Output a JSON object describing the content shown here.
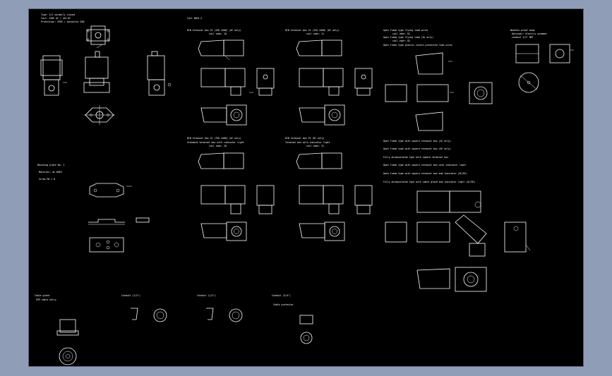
{
  "app": {
    "background_color": "#8f9db7",
    "canvas_color": "#000000",
    "line_color": "#ffffff"
  },
  "notes": [
    {
      "id": "n-hdr1",
      "text": "Type: 2/2 normally closed"
    },
    {
      "id": "n-hdr2",
      "text": "Coil: 230V AC / 24V DC"
    },
    {
      "id": "n-hdr3",
      "text": "Protection: IP65 / connector DIN"
    },
    {
      "id": "n-g1",
      "text": "Coil ABCD-2"
    },
    {
      "id": "n-a1",
      "text": "DIN terminal box 22 (ISO 4400) (AC only)"
    },
    {
      "id": "n-a1b",
      "text": "coil code: 10"
    },
    {
      "id": "n-a2",
      "text": "DIN terminal box 22 (ISO 4400) (DC only)"
    },
    {
      "id": "n-a2b",
      "text": "coil code: 11"
    },
    {
      "id": "n-b1",
      "text": "Open frame type flying lead wires"
    },
    {
      "id": "n-b1b",
      "text": "coil code: 01"
    },
    {
      "id": "n-b2",
      "text": "Open frame type flying lead (AC only)"
    },
    {
      "id": "n-b2b",
      "text": "coil code: 02"
    },
    {
      "id": "n-b3",
      "text": "Open frame type plastic insert-protected lead wires"
    },
    {
      "id": "n-c1",
      "text": "Weather-proof body"
    },
    {
      "id": "n-c1b",
      "text": "Optional: electric grommet"
    },
    {
      "id": "n-c1c",
      "text": "conduit 1/2\" NPT"
    },
    {
      "id": "n-d1",
      "text": "DIN terminal box 22 (ISO 4400) (AC only)"
    },
    {
      "id": "n-d1b",
      "text": "Standard terminal box with indicator light"
    },
    {
      "id": "n-d1c",
      "text": "coil code: 20"
    },
    {
      "id": "n-d2",
      "text": "DIN terminal box 22 (DC only)"
    },
    {
      "id": "n-d2b",
      "text": "Terminal box with indicator light"
    },
    {
      "id": "n-d2c",
      "text": "coil code: 21"
    },
    {
      "id": "n-e1",
      "text": "Open frame type with square terminal box (AC only)"
    },
    {
      "id": "n-e2",
      "text": "Open frame type with square terminal box (DC only)"
    },
    {
      "id": "n-e3",
      "text": "Fully encapsulated type with square terminal box"
    },
    {
      "id": "n-e4",
      "text": "Open frame type with square terminal box with indicator light"
    },
    {
      "id": "n-e5",
      "text": "Open frame type with square terminal box and indicator (AC/DC)"
    },
    {
      "id": "n-e6",
      "text": "Fully encapsulated type with cable gland and indicator light (AC/DC)"
    },
    {
      "id": "n-f1",
      "text": "Mounting plate No. 1"
    },
    {
      "id": "n-f2",
      "text": "Material: AL-6063"
    },
    {
      "id": "n-f3",
      "text": "Screw M4 x 8"
    },
    {
      "id": "n-h1",
      "text": "Cable gland"
    },
    {
      "id": "n-h2",
      "text": "PG9 cable entry"
    },
    {
      "id": "n-i1",
      "text": "Conduit (1/2\")"
    },
    {
      "id": "n-i2",
      "text": "Conduit (1/2\")"
    },
    {
      "id": "n-i3",
      "text": "Conduit (3/4\")"
    },
    {
      "id": "n-i4",
      "text": "Cable protector"
    }
  ]
}
